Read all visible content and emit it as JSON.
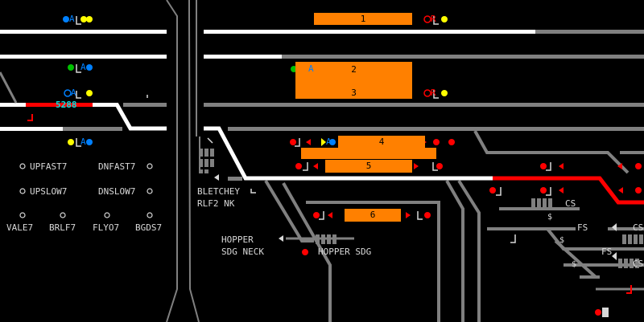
{
  "colors": {
    "background": "#000000",
    "track_idle": "#808080",
    "track_set": "#ffffff",
    "track_occupied": "#ff0000",
    "platform": "#ff8000",
    "signal_red": "#ff0000",
    "signal_yellow": "#ffff00",
    "signal_green": "#00c000",
    "signal_blue": "#0080ff",
    "headcode_text": "#00e0e0"
  },
  "platforms": [
    {
      "number": "1"
    },
    {
      "number": "2"
    },
    {
      "number": "3"
    },
    {
      "number": "4"
    },
    {
      "number": "5"
    },
    {
      "number": "6"
    }
  ],
  "headcode": "5288",
  "line_labels": {
    "upfast": "UPFAST7",
    "dnfast": "DNFAST7",
    "upslow": "UPSLOW7",
    "dnslow": "DNSLOW7",
    "vale": "VALE7",
    "brlf": "BRLF7",
    "flyo": "FLYO7",
    "bgds": "BGDS7"
  },
  "location_labels": {
    "bletchey_line1": "BLETCHEY",
    "bletchey_line2": "RLF2 NK",
    "hopper_line1": "HOPPER",
    "hopper_line2": "SDG NECK",
    "hopper_sdg": "HOPPER SDG"
  },
  "route_labels": {
    "cs1": "CS",
    "cs2": "CS",
    "cs3": "CS",
    "fs1": "FS",
    "fs2": "FS"
  },
  "signal_aspects": {
    "a": "A",
    "r": "R"
  }
}
